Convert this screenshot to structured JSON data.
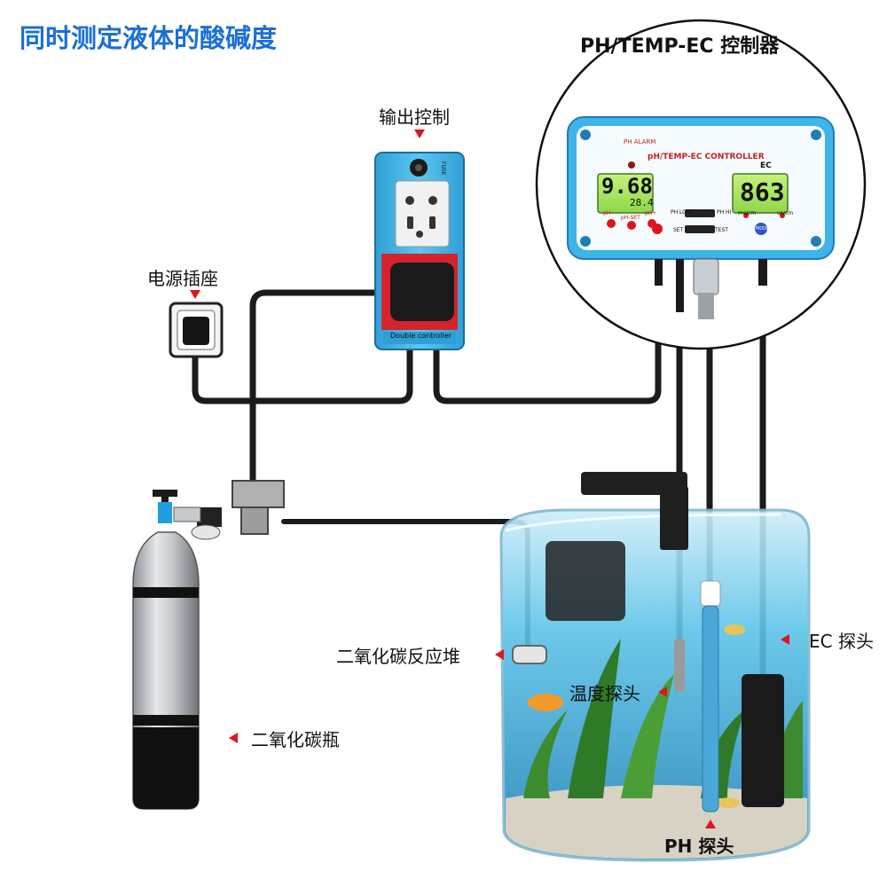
{
  "heading": "同时测定液体的酸碱度",
  "controller": {
    "title": "PH/TEMP-EC 控制器",
    "panel_label": "pH/TEMP-EC CONTROLLER",
    "ph_alarm": "PH ALARM",
    "ph_reading": "9.68",
    "temp_reading": "28.4",
    "ec_label": "EC",
    "ec_reading": "863",
    "btn_ph_minus": "pH-",
    "btn_ph_set": "pH-SET",
    "btn_ph_plus": "pH+",
    "switch_ph_low": "PH LOW",
    "switch_ph_hi": "PH HI",
    "switch_set": "SET",
    "switch_test": "TEST",
    "ec_unit_ms": "ms/cm",
    "ec_unit_us": "us/cm",
    "mode_button": "MODE"
  },
  "output_box": {
    "label": "输出控制",
    "bottom_label": "Double controller",
    "fuse_label": "FUSE"
  },
  "labels": {
    "power_socket": "电源插座",
    "co2_reactor": "二氧化碳反应堆",
    "co2_bottle": "二氧化碳瓶",
    "temp_probe": "温度探头",
    "ec_probe": "EC 探头",
    "ph_probe": "PH 探头"
  },
  "colors": {
    "accent_blue": "#1b6fd6",
    "controller_blue": "#3fb4e8",
    "lcd_green": "#a8e85a",
    "arrow_red": "#e0141c"
  }
}
